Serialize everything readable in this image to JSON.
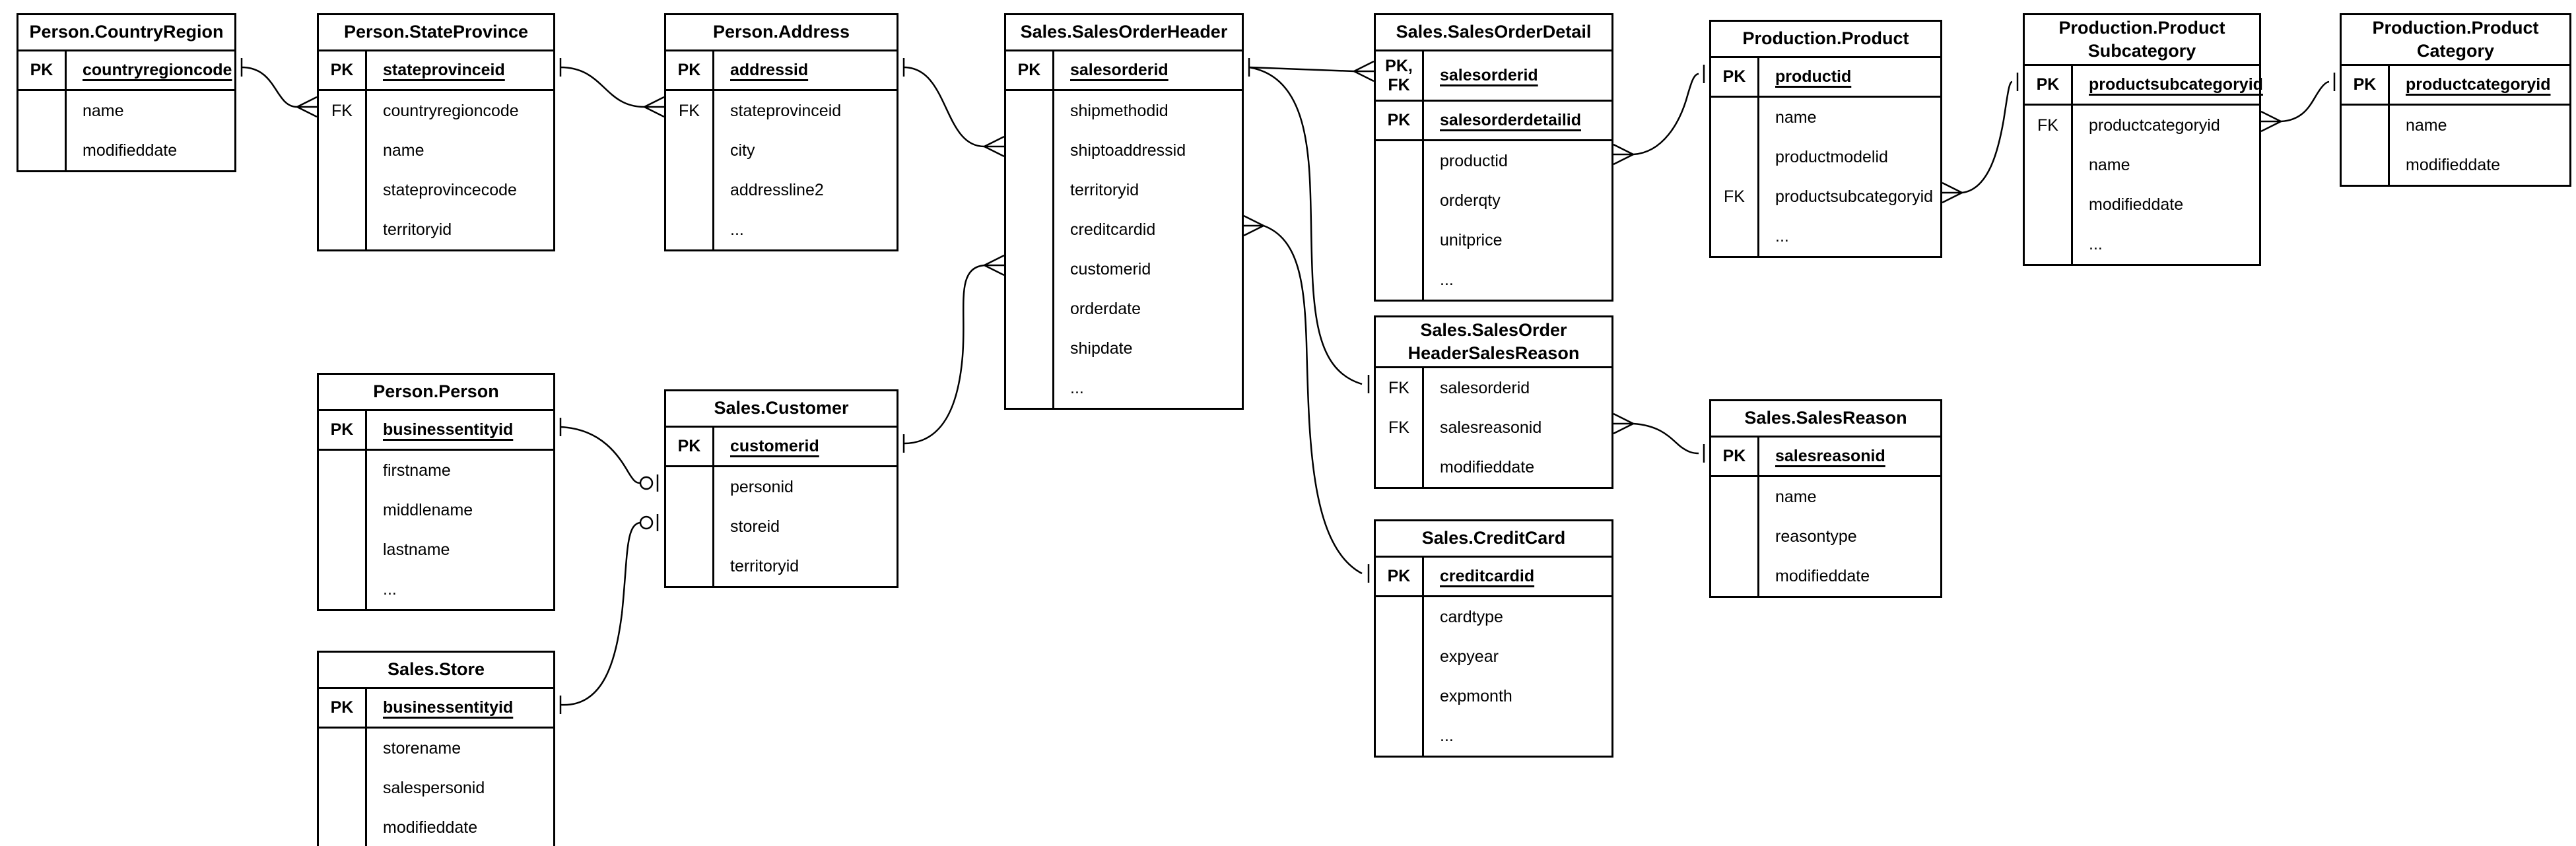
{
  "diagram": {
    "kind": "entity-relationship-diagram",
    "notation": "crow's foot",
    "key_tags": {
      "pk": "PK",
      "fk": "FK",
      "pkfk": "PK,\nFK"
    },
    "colors": {
      "line": "#000000",
      "background": "#ffffff",
      "text": "#000000"
    }
  },
  "entities": [
    {
      "title": "Person.CountryRegion",
      "keys": [
        {
          "tag": "PK",
          "field": "countryregioncode"
        }
      ],
      "attrs": [
        {
          "tag": "",
          "field": "name"
        },
        {
          "tag": "",
          "field": "modifieddate"
        }
      ]
    },
    {
      "title": "Person.StateProvince",
      "keys": [
        {
          "tag": "PK",
          "field": "stateprovinceid"
        }
      ],
      "attrs": [
        {
          "tag": "FK",
          "field": "countryregioncode"
        },
        {
          "tag": "",
          "field": "name"
        },
        {
          "tag": "",
          "field": "stateprovincecode"
        },
        {
          "tag": "",
          "field": "territoryid"
        }
      ]
    },
    {
      "title": "Person.Address",
      "keys": [
        {
          "tag": "PK",
          "field": "addressid"
        }
      ],
      "attrs": [
        {
          "tag": "FK",
          "field": "stateprovinceid"
        },
        {
          "tag": "",
          "field": "city"
        },
        {
          "tag": "",
          "field": "addressline2"
        },
        {
          "tag": "",
          "field": "..."
        }
      ]
    },
    {
      "title": "Sales.SalesOrderHeader",
      "keys": [
        {
          "tag": "PK",
          "field": "salesorderid"
        }
      ],
      "attrs": [
        {
          "tag": "",
          "field": "shipmethodid"
        },
        {
          "tag": "",
          "field": "shiptoaddressid"
        },
        {
          "tag": "",
          "field": "territoryid"
        },
        {
          "tag": "",
          "field": "creditcardid"
        },
        {
          "tag": "",
          "field": "customerid"
        },
        {
          "tag": "",
          "field": "orderdate"
        },
        {
          "tag": "",
          "field": "shipdate"
        },
        {
          "tag": "",
          "field": "..."
        }
      ]
    },
    {
      "title": "Sales.SalesOrderDetail",
      "keys": [
        {
          "tag": "PK,\nFK",
          "field": "salesorderid"
        },
        {
          "tag": "PK",
          "field": "salesorderdetailid"
        }
      ],
      "attrs": [
        {
          "tag": "",
          "field": "productid"
        },
        {
          "tag": "",
          "field": "orderqty"
        },
        {
          "tag": "",
          "field": "unitprice"
        },
        {
          "tag": "",
          "field": "..."
        }
      ]
    },
    {
      "title": "Production.Product",
      "keys": [
        {
          "tag": "PK",
          "field": "productid"
        }
      ],
      "attrs": [
        {
          "tag": "",
          "field": "name"
        },
        {
          "tag": "",
          "field": "productmodelid"
        },
        {
          "tag": "FK",
          "field": "productsubcategoryid"
        },
        {
          "tag": "",
          "field": "..."
        }
      ]
    },
    {
      "title": "Production.Product\nSubcategory",
      "keys": [
        {
          "tag": "PK",
          "field": "productsubcategoryid"
        }
      ],
      "attrs": [
        {
          "tag": "FK",
          "field": "productcategoryid"
        },
        {
          "tag": "",
          "field": "name"
        },
        {
          "tag": "",
          "field": "modifieddate"
        },
        {
          "tag": "",
          "field": "..."
        }
      ]
    },
    {
      "title": "Production.Product\nCategory",
      "keys": [
        {
          "tag": "PK",
          "field": "productcategoryid"
        }
      ],
      "attrs": [
        {
          "tag": "",
          "field": "name"
        },
        {
          "tag": "",
          "field": "modifieddate"
        }
      ]
    },
    {
      "title": "Person.Person",
      "keys": [
        {
          "tag": "PK",
          "field": "businessentityid"
        }
      ],
      "attrs": [
        {
          "tag": "",
          "field": "firstname"
        },
        {
          "tag": "",
          "field": "middlename"
        },
        {
          "tag": "",
          "field": "lastname"
        },
        {
          "tag": "",
          "field": "..."
        }
      ]
    },
    {
      "title": "Sales.Customer",
      "keys": [
        {
          "tag": "PK",
          "field": "customerid"
        }
      ],
      "attrs": [
        {
          "tag": "",
          "field": "personid"
        },
        {
          "tag": "",
          "field": "storeid"
        },
        {
          "tag": "",
          "field": "territoryid"
        }
      ]
    },
    {
      "title": "Sales.Store",
      "keys": [
        {
          "tag": "PK",
          "field": "businessentityid"
        }
      ],
      "attrs": [
        {
          "tag": "",
          "field": "storename"
        },
        {
          "tag": "",
          "field": "salespersonid"
        },
        {
          "tag": "",
          "field": "modifieddate"
        }
      ]
    },
    {
      "title": "Sales.SalesOrder\nHeaderSalesReason",
      "keys": [],
      "attrs": [
        {
          "tag": "FK",
          "field": "salesorderid"
        },
        {
          "tag": "FK",
          "field": "salesreasonid"
        },
        {
          "tag": "",
          "field": "modifieddate"
        }
      ]
    },
    {
      "title": "Sales.SalesReason",
      "keys": [
        {
          "tag": "PK",
          "field": "salesreasonid"
        }
      ],
      "attrs": [
        {
          "tag": "",
          "field": "name"
        },
        {
          "tag": "",
          "field": "reasontype"
        },
        {
          "tag": "",
          "field": "modifieddate"
        }
      ]
    },
    {
      "title": "Sales.CreditCard",
      "keys": [
        {
          "tag": "PK",
          "field": "creditcardid"
        }
      ],
      "attrs": [
        {
          "tag": "",
          "field": "cardtype"
        },
        {
          "tag": "",
          "field": "expyear"
        },
        {
          "tag": "",
          "field": "expmonth"
        },
        {
          "tag": "",
          "field": "..."
        }
      ]
    }
  ],
  "relationships": [
    {
      "from": "Person.CountryRegion.countryregioncode",
      "to": "Person.StateProvince.countryregioncode",
      "from_card": "one",
      "to_card": "many"
    },
    {
      "from": "Person.StateProvince.stateprovinceid",
      "to": "Person.Address.stateprovinceid",
      "from_card": "one",
      "to_card": "many"
    },
    {
      "from": "Person.Address.addressid",
      "to": "Sales.SalesOrderHeader.shiptoaddressid",
      "from_card": "one",
      "to_card": "many"
    },
    {
      "from": "Sales.SalesOrderHeader.salesorderid",
      "to": "Sales.SalesOrderDetail.salesorderid",
      "from_card": "one",
      "to_card": "many"
    },
    {
      "from": "Sales.SalesOrderHeader.salesorderid",
      "to": "Sales.SalesOrderHeaderSalesReason.salesorderid",
      "from_card": "one",
      "to_card": "one"
    },
    {
      "from": "Sales.CreditCard.creditcardid",
      "to": "Sales.SalesOrderHeader.creditcardid",
      "from_card": "one",
      "to_card": "many"
    },
    {
      "from": "Sales.Customer.customerid",
      "to": "Sales.SalesOrderHeader.customerid",
      "from_card": "one",
      "to_card": "many"
    },
    {
      "from": "Person.Person.businessentityid",
      "to": "Sales.Customer.personid",
      "from_card": "one",
      "to_card": "zero-or-one"
    },
    {
      "from": "Sales.Store.businessentityid",
      "to": "Sales.Customer.storeid",
      "from_card": "one",
      "to_card": "zero-or-one"
    },
    {
      "from": "Production.Product.productid",
      "to": "Sales.SalesOrderDetail.productid",
      "from_card": "one",
      "to_card": "many"
    },
    {
      "from": "Production.ProductSubcategory.productsubcategoryid",
      "to": "Production.Product.productsubcategoryid",
      "from_card": "one",
      "to_card": "many"
    },
    {
      "from": "Production.ProductCategory.productcategoryid",
      "to": "Production.ProductSubcategory.productcategoryid",
      "from_card": "one",
      "to_card": "many"
    },
    {
      "from": "Sales.SalesReason.salesreasonid",
      "to": "Sales.SalesOrderHeaderSalesReason.salesreasonid",
      "from_card": "one",
      "to_card": "many"
    }
  ]
}
